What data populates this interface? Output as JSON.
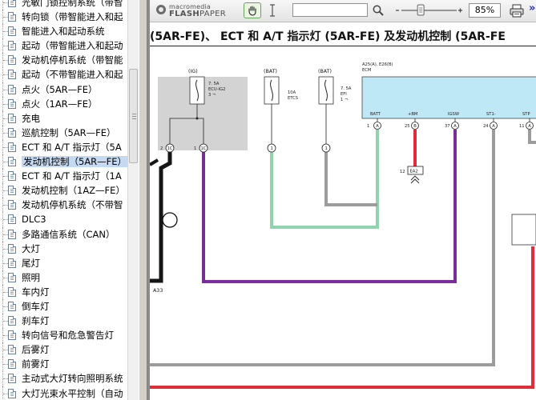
{
  "tree": {
    "items": [
      {
        "label": "光敏门锁控制系统（带智"
      },
      {
        "label": "转向锁（带智能进入和起"
      },
      {
        "label": "智能进入和起动系统"
      },
      {
        "label": "起动（带智能进入和起动"
      },
      {
        "label": "发动机停机系统（带智能"
      },
      {
        "label": "起动（不带智能进入和起"
      },
      {
        "label": "点火（5AR—FE）"
      },
      {
        "label": "点火（1AR—FE）"
      },
      {
        "label": "充电"
      },
      {
        "label": "巡航控制（5AR—FE）"
      },
      {
        "label": "ECT 和 A/T 指示灯（5A"
      },
      {
        "label": "发动机控制（5AR—FE）",
        "selected": true
      },
      {
        "label": "ECT 和 A/T 指示灯（1A"
      },
      {
        "label": "发动机控制（1AZ—FE）"
      },
      {
        "label": "发动机停机系统（不带智"
      },
      {
        "label": "DLC3"
      },
      {
        "label": "多路通信系统（CAN）"
      },
      {
        "label": "大灯"
      },
      {
        "label": "尾灯"
      },
      {
        "label": "照明"
      },
      {
        "label": "车内灯"
      },
      {
        "label": "倒车灯"
      },
      {
        "label": "刹车灯"
      },
      {
        "label": "转向信号和危急警告灯"
      },
      {
        "label": "后雾灯"
      },
      {
        "label": "前雾灯"
      },
      {
        "label": "主动式大灯转向照明系统"
      },
      {
        "label": "大灯光束水平控制（自动"
      }
    ]
  },
  "toolbar": {
    "logo_top": "macromedia",
    "logo_bottom_bold": "FLASH",
    "logo_bottom_thin": "PAPER",
    "search_value": "",
    "zoom": "85%",
    "overflow": "»",
    "zoom_slider_value": 0.35
  },
  "document": {
    "title": "(5AR-FE)、 ECT 和 A/T 指示灯 (5AR-FE) 及发动机控制 (5AR-FE",
    "schematic": {
      "fuse_ig": {
        "header": "(IG)",
        "name": "7. 5A",
        "name2": "ECU-IG2",
        "ref": "3 ¬"
      },
      "fuse_bat1": {
        "header": "(BAT)",
        "name": "10A",
        "name2": "ETCS"
      },
      "fuse_bat2": {
        "header": "(BAT)",
        "name": "7. 5A",
        "name2": "EFI",
        "ref": "1 ¬"
      },
      "ecm": {
        "connectors": "A25(A), E26(B)",
        "name": "ECM"
      },
      "pins": [
        {
          "name": "BATT",
          "num": "1",
          "conn": "A"
        },
        {
          "name": "+BM",
          "num": "25",
          "conn": "B"
        },
        {
          "name": "IGSW",
          "num": "37",
          "conn": "A"
        },
        {
          "name": "ST1-",
          "num": "24",
          "conn": "A"
        },
        {
          "name": "STP",
          "num": "11",
          "conn": "A"
        }
      ],
      "junction_ig_left": {
        "num": "2",
        "conn": "1C"
      },
      "junction_ig_right": {
        "num": "1",
        "conn": "1C"
      },
      "junction_bat1": {
        "num": "1"
      },
      "junction_bat2": {
        "num": "1"
      },
      "connector_ea2": {
        "num": "12",
        "name": "EA2"
      },
      "component_a33": "A33"
    }
  }
}
